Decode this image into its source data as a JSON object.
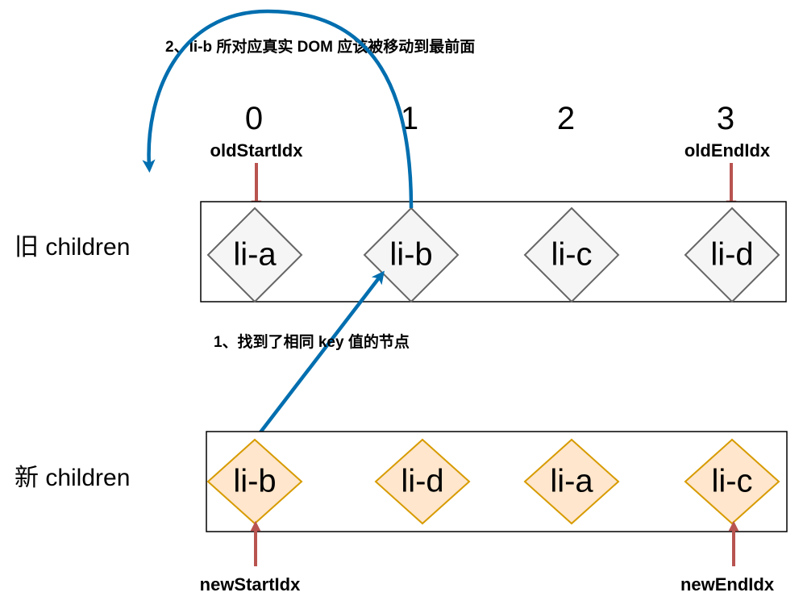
{
  "notes": {
    "step2": "2、li-b 所对应真实 DOM 应该被移动到最前面",
    "step1": "1、找到了相同 key 值的节点"
  },
  "indices": [
    "0",
    "1",
    "2",
    "3"
  ],
  "pointers": {
    "old_start": "oldStartIdx",
    "old_end": "oldEndIdx",
    "new_start": "newStartIdx",
    "new_end": "newEndIdx"
  },
  "old_children": {
    "label": "旧 children",
    "nodes": [
      "li-a",
      "li-b",
      "li-c",
      "li-d"
    ],
    "fill": "#f5f5f5",
    "stroke": "#666666"
  },
  "new_children": {
    "label": "新 children",
    "nodes": [
      "li-b",
      "li-d",
      "li-a",
      "li-c"
    ],
    "fill": "#ffe6cc",
    "stroke": "#d79b00"
  },
  "colors": {
    "pointer_arrow": "#b85450",
    "move_arrow": "#006eaf"
  }
}
